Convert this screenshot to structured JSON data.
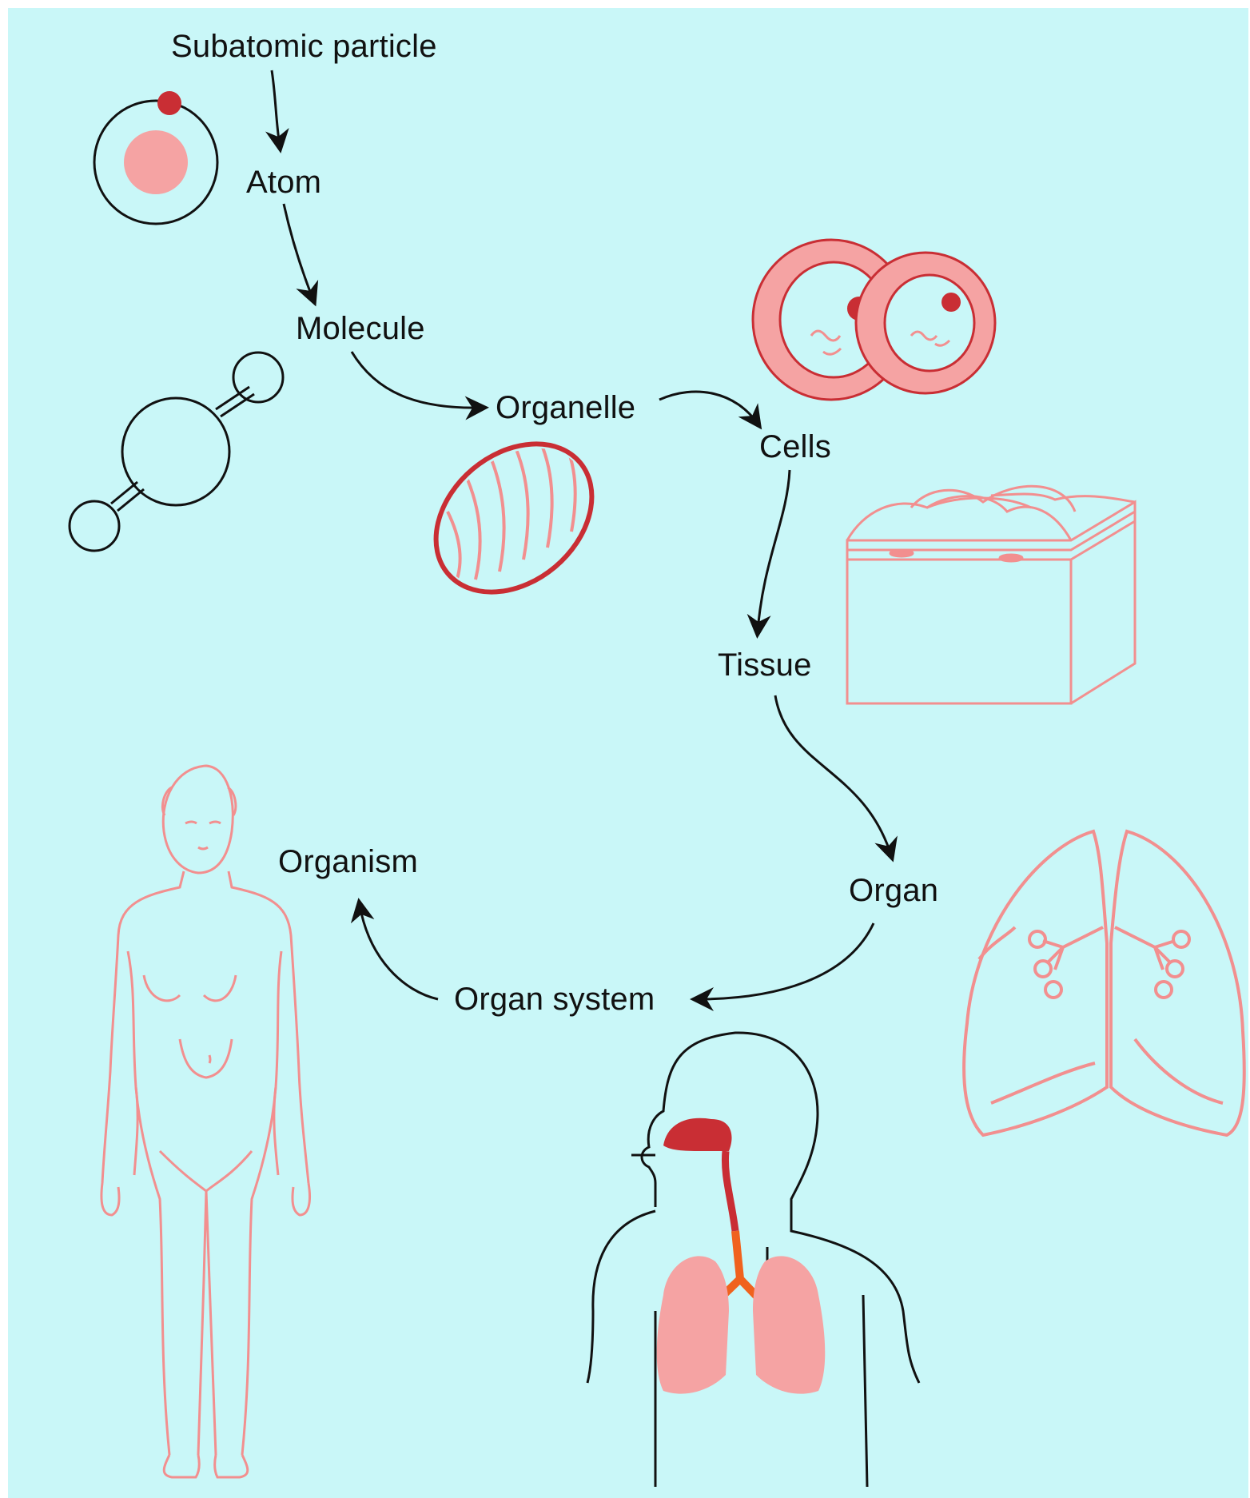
{
  "labels": {
    "subatomic": "Subatomic particle",
    "atom": "Atom",
    "molecule": "Molecule",
    "organelle": "Organelle",
    "cells": "Cells",
    "tissue": "Tissue",
    "organ": "Organ",
    "organ_system": "Organ system",
    "organism": "Organism"
  },
  "colors": {
    "background": "#c9f7f8",
    "line": "#111111",
    "pink_fill": "#f5a3a3",
    "pink_line": "#f28f8f",
    "dark_red": "#c92e34",
    "orange": "#f0621e"
  },
  "icons": [
    "atom-icon",
    "molecule-icon",
    "mitochondrion-icon",
    "cells-icon",
    "tissue-icon",
    "lungs-icon",
    "respiratory-system-icon",
    "human-body-icon"
  ]
}
